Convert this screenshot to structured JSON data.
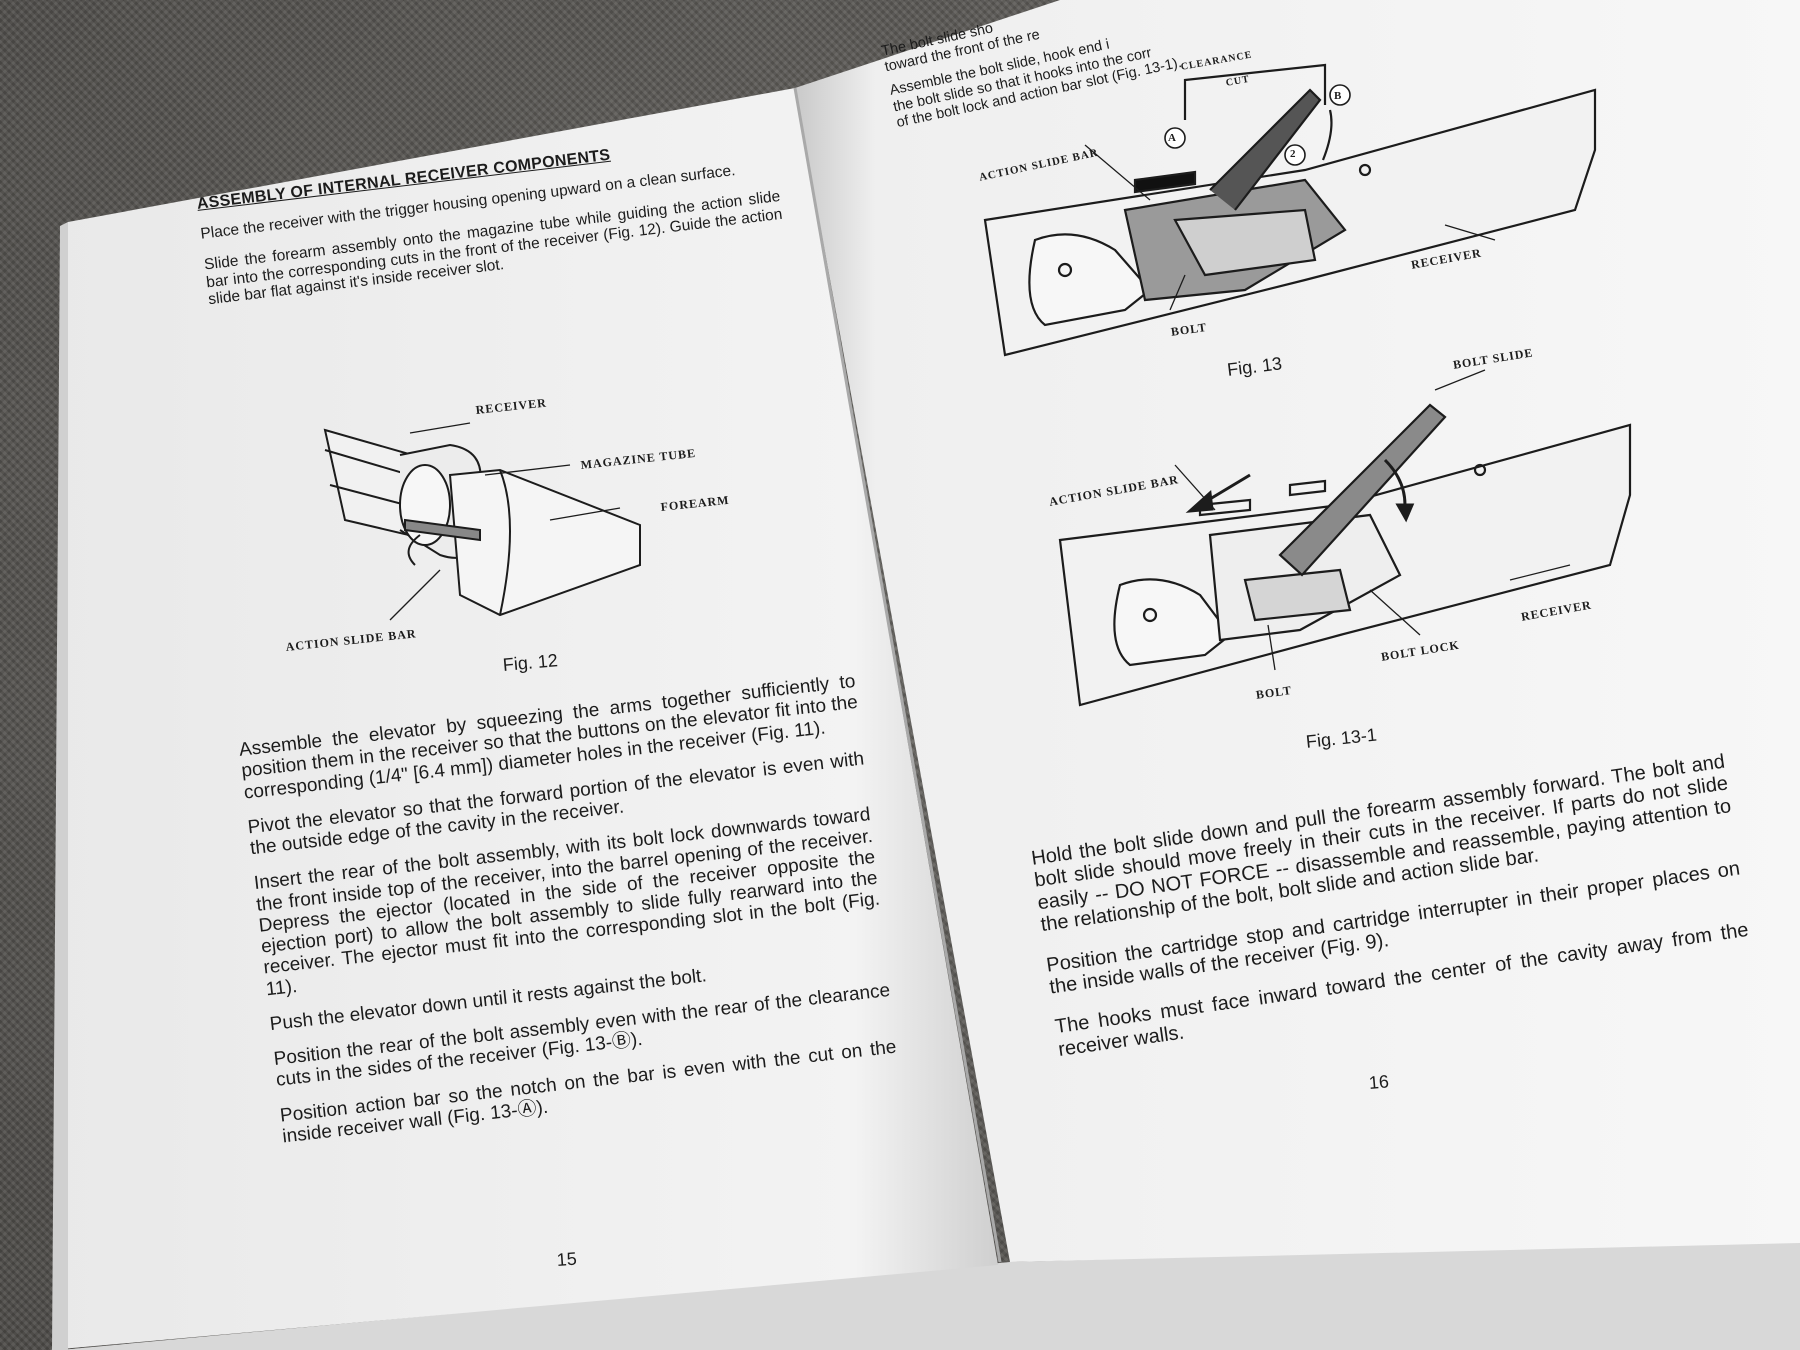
{
  "left_page": {
    "heading": "ASSEMBLY OF INTERNAL RECEIVER COMPONENTS",
    "para1": "Place the receiver with the trigger housing opening upward on a clean surface.",
    "para2": "Slide the forearm assembly onto the magazine tube while guiding the action slide bar into the corresponding cuts in the front of the receiver (Fig. 12). Guide the action slide bar flat against it's inside receiver slot.",
    "fig12": {
      "labels": {
        "receiver": "RECEIVER",
        "magazine_tube": "MAGAZINE TUBE",
        "forearm": "FOREARM",
        "action_slide_bar": "ACTION SLIDE BAR"
      },
      "caption": "Fig. 12"
    },
    "para3": "Assemble the elevator by squeezing the arms together sufficiently to position them in the receiver so that the buttons on the elevator fit into the corresponding (1/4\" [6.4 mm]) diameter holes in the receiver (Fig. 11).",
    "para4": "Pivot the elevator so that the forward portion of the elevator is even with the outside edge of the cavity in the receiver.",
    "para5": "Insert the rear of the bolt assembly, with its bolt lock downwards toward the front inside top of the receiver, into the barrel opening of the receiver.  Depress the ejector (located in the side of the receiver opposite the ejection port) to allow the bolt assembly to slide fully rearward into the receiver.  The ejector must fit into the corresponding slot in the bolt (Fig. 11).",
    "para6": "Push the elevator down until it rests against the bolt.",
    "para7": "Position the rear of the bolt assembly even with the rear of the clearance cuts in the sides of the receiver (Fig. 13-Ⓑ).",
    "para8": "Position action bar so the notch on the bar is even with the cut on the inside receiver wall (Fig. 13-Ⓐ).",
    "page_number": "15"
  },
  "right_page": {
    "top_fragment_1": "The bolt slide sho",
    "top_fragment_2": "toward the front of the re",
    "top_fragment_3": "Assemble the bolt slide, hook end i",
    "top_fragment_4": "the bolt slide so that it hooks into the corr",
    "top_fragment_5": "of the bolt lock and action bar slot (Fig. 13-1).",
    "fig13": {
      "labels": {
        "clearance": "CLEARANCE",
        "cut": "CUT",
        "action_slide_bar": "ACTION SLIDE BAR",
        "receiver": "RECEIVER",
        "bolt": "BOLT",
        "marker_a": "A",
        "marker_b": "B",
        "marker_2": "2"
      },
      "caption": "Fig. 13"
    },
    "fig13_1": {
      "labels": {
        "bolt_slide": "BOLT SLIDE",
        "action_slide_bar": "ACTION SLIDE BAR",
        "receiver": "RECEIVER",
        "bolt_lock": "BOLT LOCK",
        "bolt": "BOLT"
      },
      "caption": "Fig. 13-1"
    },
    "para1": "Hold the bolt slide down and pull the forearm assembly forward.  The bolt and bolt slide should move freely in their cuts in the receiver.  If parts do not slide easily -- DO NOT FORCE -- disassemble and reassemble, paying attention to the relationship of the bolt, bolt slide and action slide bar.",
    "para2": "Position the cartridge stop and cartridge interrupter in their proper places on the inside walls of the receiver (Fig. 9).",
    "para3": "The hooks must face inward toward the center of the cavity away from the receiver walls.",
    "page_number": "16"
  }
}
